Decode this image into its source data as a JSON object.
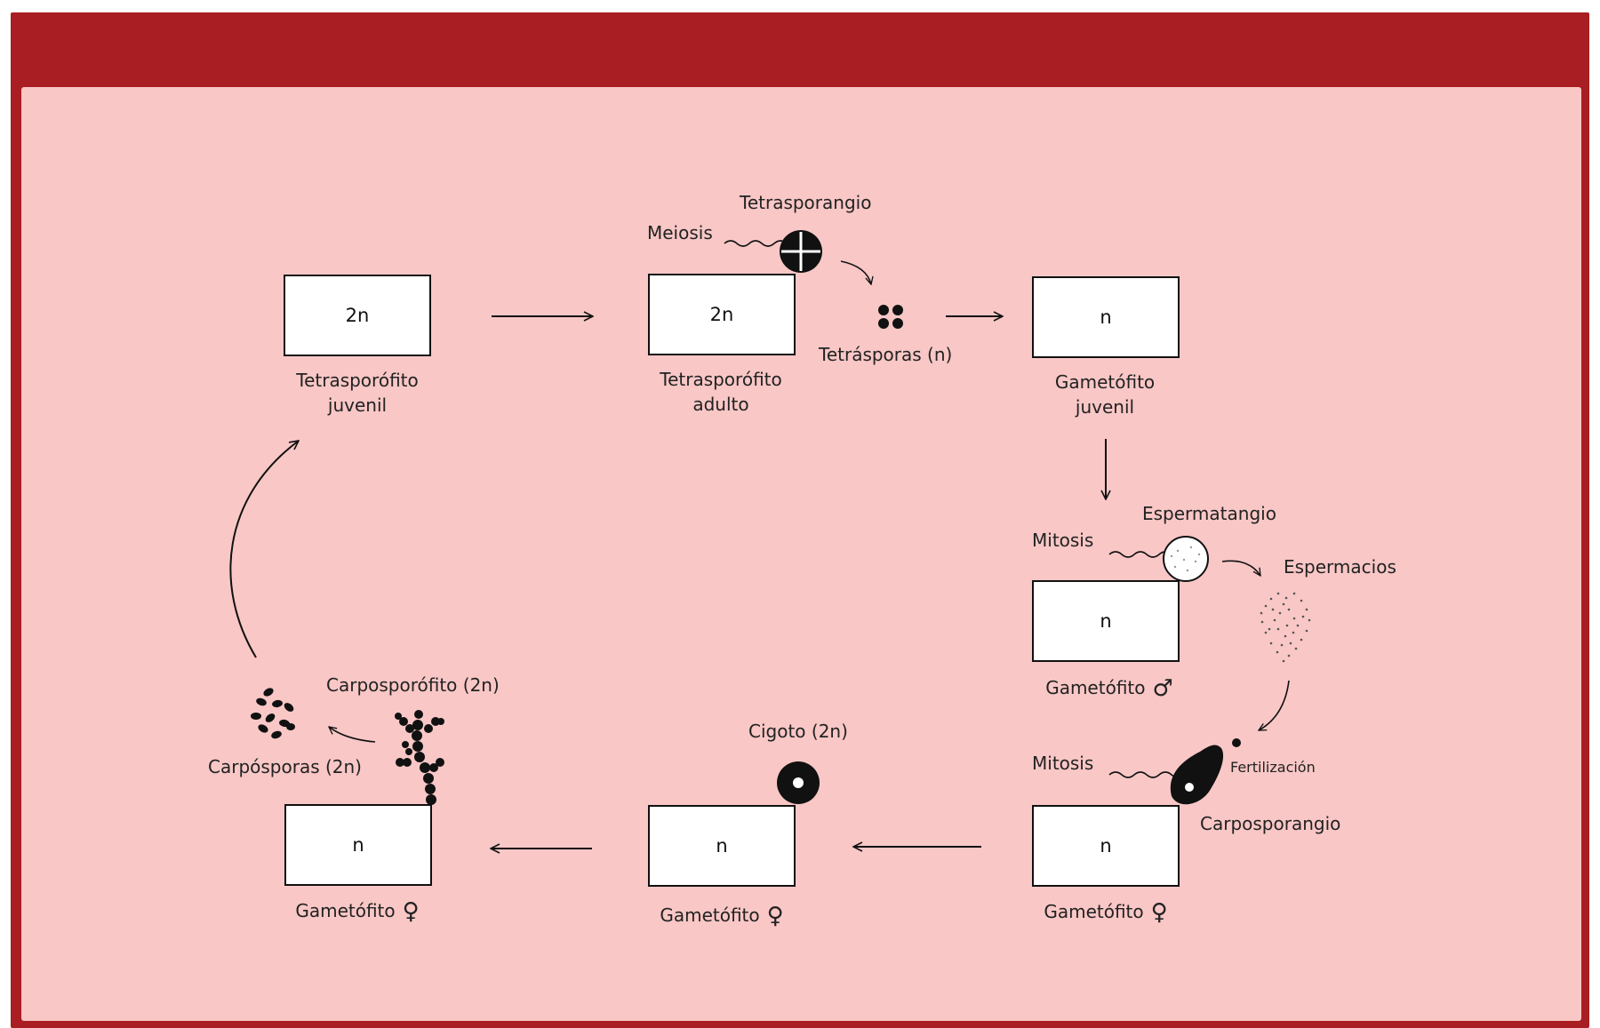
{
  "stages": {
    "tetra_juvenil": {
      "ploidy": "2n",
      "name_line1": "Tetrasporófito",
      "name_line2": "juvenil"
    },
    "tetra_adulto": {
      "ploidy": "2n",
      "name_line1": "Tetrasporófito",
      "name_line2": "adulto"
    },
    "gameto_juvenil": {
      "ploidy": "n",
      "name_line1": "Gametófito",
      "name_line2": "juvenil"
    },
    "gameto_masc": {
      "ploidy": "n",
      "name": "Gametófito",
      "symbol": "♂"
    },
    "gameto_fem_right": {
      "ploidy": "n",
      "name": "Gametófito",
      "symbol": "♀"
    },
    "gameto_fem_mid": {
      "ploidy": "n",
      "name": "Gametófito",
      "symbol": "♀"
    },
    "gameto_fem_left": {
      "ploidy": "n",
      "name": "Gametófito",
      "symbol": "♀"
    }
  },
  "labels": {
    "tetrasporangio": "Tetrasporangio",
    "meiosis": "Meiosis",
    "tetrasporas": "Tetrásporas (n)",
    "espermatangio": "Espermatangio",
    "mitosis_top": "Mitosis",
    "espermacios": "Espermacios",
    "mitosis_bottom": "Mitosis",
    "fertilizacion": "Fertilización",
    "carposporangio": "Carposporangio",
    "cigoto": "Cigoto (2n)",
    "carposporofito": "Carposporófito (2n)",
    "carposporas": "Carpósporas (2n)"
  },
  "colors": {
    "header": "#a91e22",
    "panel": "#f8c7c6",
    "box_fill": "#ffffff",
    "ink": "#111111"
  }
}
